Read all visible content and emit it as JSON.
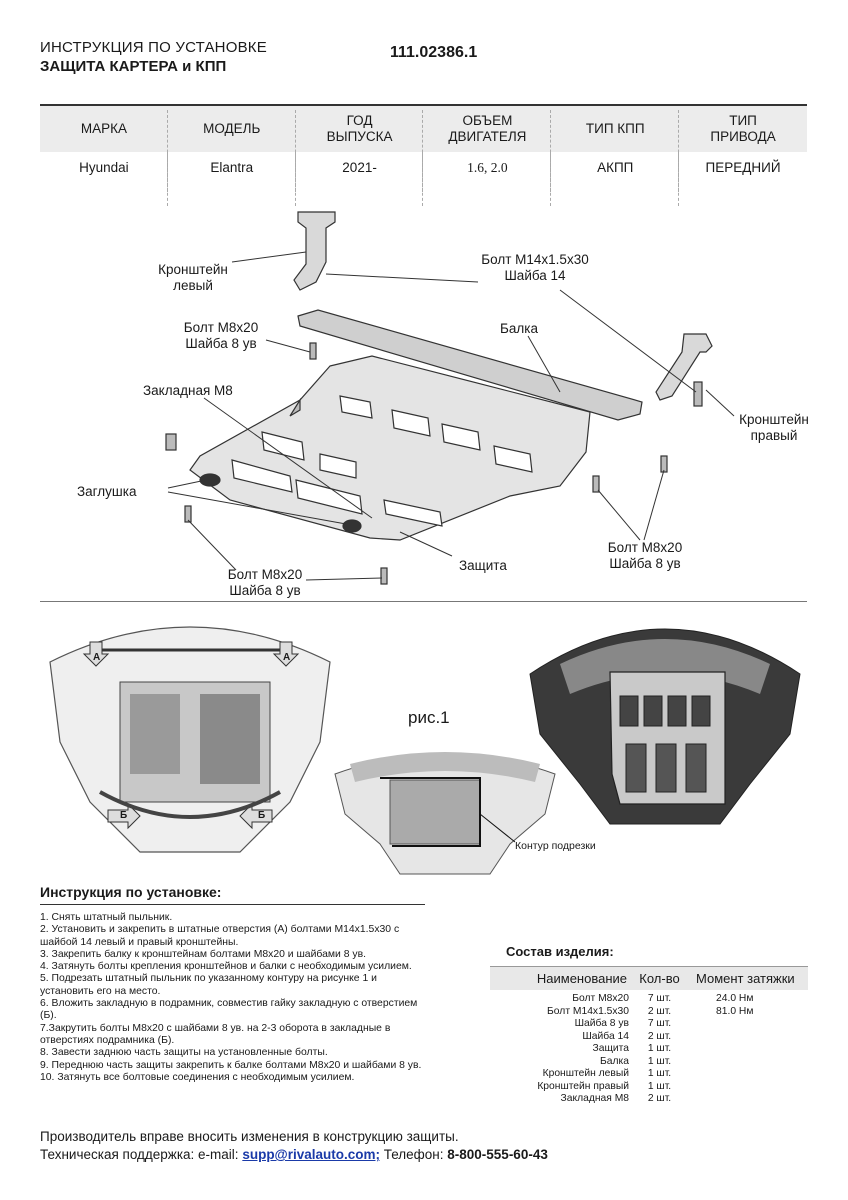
{
  "header": {
    "line1": "ИНСТРУКЦИЯ ПО УСТАНОВКЕ",
    "line2": "ЗАЩИТА КАРТЕРА и КПП",
    "code": "111.02386.1"
  },
  "spec": {
    "headers": [
      "МАРКА",
      "МОДЕЛЬ",
      "ГОД\nВЫПУСКА",
      "ОБЪЕМ\nДВИГАТЕЛЯ",
      "ТИП КПП",
      "ТИП\nПРИВОДА"
    ],
    "values": [
      "Hyundai",
      "Elantra",
      "2021-",
      "1.6, 2.0",
      "АКПП",
      "ПЕРЕДНИЙ"
    ]
  },
  "diagram": {
    "bracket_left": "Кронштейн\nлевый",
    "bolt_m14": "Болт М14х1.5х30\nШайба 14",
    "bolt_m8_top": "Болт М8х20\nШайба 8 ув",
    "beam": "Балка",
    "insert_m8": "Закладная М8",
    "bracket_right": "Кронштейн\nправый",
    "plug": "Заглушка",
    "bolt_m8_right": "Болт М8х20\nШайба 8 ув",
    "guard": "Защита",
    "bolt_m8_bottom": "Болт М8х20\nШайба 8 ув"
  },
  "photos": {
    "fig_label": "рис.1",
    "marker_a": "А",
    "marker_b": "Б",
    "cut_contour": "Контур подрезки"
  },
  "instructions": {
    "title": "Инструкция по установке:",
    "steps": [
      "1. Снять штатный пыльник.",
      "2. Установить и закрепить в штатные отверстия (А) болтами М14х1.5х30 с шайбой 14 левый и правый кронштейны.",
      "3. Закрепить балку к кронштейнам болтами М8х20 и шайбами 8 ув.",
      "4. Затянуть болты крепления кронштейнов и балки с необходимым усилием.",
      "5. Подрезать штатный пыльник по указанному контуру на рисунке 1 и установить его на место.",
      "6. Вложить закладную в подрамник, совместив гайку закладную с отверстием (Б).",
      "7.Закрутить болты М8х20 с шайбами 8 ув. на 2-3 оборота в закладные в отверстиях подрамника (Б).",
      "8. Завести заднюю часть защиты на установленные болты.",
      "9. Переднюю часть защиты закрепить к балке болтами М8х20 и шайбами 8 ув.",
      "10. Затянуть все болтовые соединения с необходимым усилием."
    ]
  },
  "composition": {
    "title": "Состав изделия:",
    "headers": [
      "Наименование",
      "Кол-во",
      "Момент затяжки"
    ],
    "rows": [
      {
        "name": "Болт М8х20",
        "qty": "7 шт.",
        "torque": "24.0 Нм"
      },
      {
        "name": "Болт М14х1.5х30",
        "qty": "2 шт.",
        "torque": "81.0 Нм"
      },
      {
        "name": "Шайба 8 ув",
        "qty": "7 шт.",
        "torque": ""
      },
      {
        "name": "Шайба 14",
        "qty": "2 шт.",
        "torque": ""
      },
      {
        "name": "Защита",
        "qty": "1 шт.",
        "torque": ""
      },
      {
        "name": "Балка",
        "qty": "1 шт.",
        "torque": ""
      },
      {
        "name": "Кронштейн левый",
        "qty": "1 шт.",
        "torque": ""
      },
      {
        "name": "Кронштейн правый",
        "qty": "1 шт.",
        "torque": ""
      },
      {
        "name": "Закладная М8",
        "qty": "2 шт.",
        "torque": ""
      }
    ]
  },
  "footer": {
    "line1": "Производитель вправе вносить изменения в конструкцию защиты.",
    "support_prefix": "Техническая поддержка:  e-mail: ",
    "email": "supp@rivalauto.com;",
    "phone_prefix": " Телефон: ",
    "phone": "8-800-555-60-43"
  }
}
